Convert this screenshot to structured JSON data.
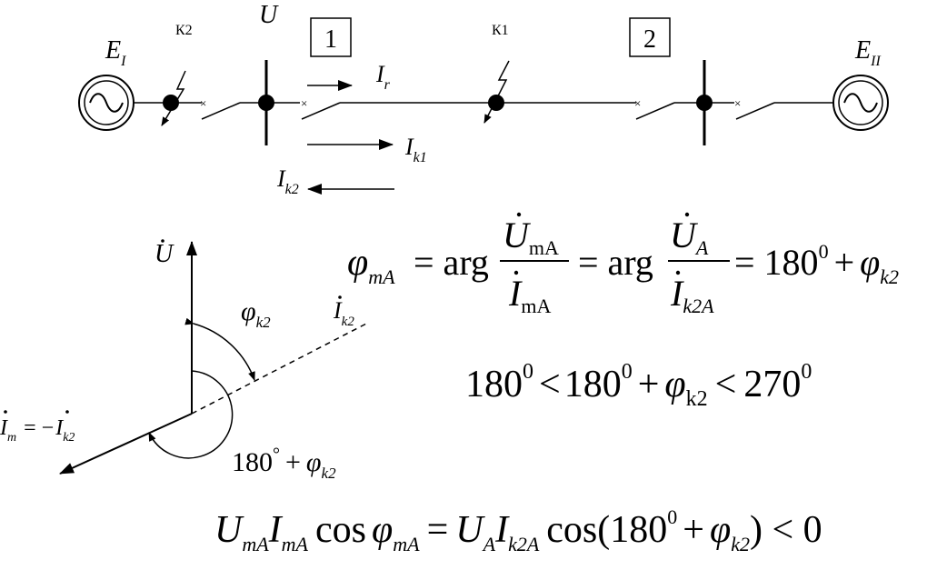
{
  "circuit": {
    "source_left": {
      "letter": "E",
      "sub": "I"
    },
    "source_right": {
      "letter": "E",
      "sub": "II"
    },
    "fault_k2_label": "К2",
    "fault_k1_label": "К1",
    "bus_voltage_label": "U",
    "relay_box_1": "1",
    "relay_box_2": "2",
    "current_r": {
      "letter": "I",
      "sub": "r"
    },
    "current_k1": {
      "letter": "I",
      "sub": "k1"
    },
    "current_k2": {
      "letter": "I",
      "sub": "k2"
    }
  },
  "vector_diagram": {
    "u_label": "U",
    "ik2_label": {
      "letter": "I",
      "sub": "k2"
    },
    "phi_label": {
      "letter": "φ",
      "sub": "k2"
    },
    "im_label_left": {
      "letter": "I",
      "sub": "m"
    },
    "im_label_eq": "= −",
    "im_label_right": {
      "letter": "I",
      "sub": "k2"
    },
    "angle_label_num": "180",
    "angle_label_deg": "°",
    "angle_label_plus": "+",
    "angle_label_phi": {
      "letter": "φ",
      "sub": "k2"
    }
  },
  "equations": {
    "eq1": {
      "phi": "φ",
      "phi_sub": "mA",
      "eq_arg": "= arg",
      "frac1_num": "U",
      "frac1_num_sub": "mA",
      "frac1_den": "I",
      "frac1_den_sub": "mA",
      "eq_arg2": "= arg",
      "frac2_num": "U",
      "frac2_num_sub": "A",
      "frac2_den": "I",
      "frac2_den_sub": "k2A",
      "rhs_num": "= 180",
      "rhs_sup": "0",
      "rhs_plus": "+",
      "rhs_phi": "φ",
      "rhs_phi_sub": "k2"
    },
    "eq2": {
      "a": "180",
      "a_sup": "0",
      "lt1": "<",
      "b": "180",
      "b_sup": "0",
      "plus": "+",
      "phi": "φ",
      "phi_sub": "k2",
      "lt2": "<",
      "c": "270",
      "c_sup": "0"
    },
    "eq3": {
      "u": "U",
      "u_sub": "mA",
      "i": "I",
      "i_sub": "mA",
      "cos": "cos",
      "phi": "φ",
      "phi_sub": "mA",
      "eq": "=",
      "ua": "U",
      "ua_sub": "A",
      "ik": "I",
      "ik_sub": "k2A",
      "cos2": "cos(180",
      "cos2_sup": "0",
      "plus": "+",
      "phi2": "φ",
      "phi2_sub": "k2",
      "close": ") < 0"
    }
  }
}
